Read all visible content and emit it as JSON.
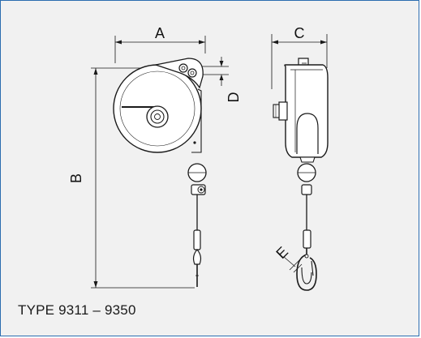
{
  "caption": "TYPE 9311 – 9350",
  "dimensions": {
    "a": "A",
    "b": "B",
    "c": "C",
    "d": "D",
    "e": "E"
  },
  "colors": {
    "background": "#f1f1f1",
    "border": "#2b6db0",
    "line": "#1a1a1a"
  }
}
